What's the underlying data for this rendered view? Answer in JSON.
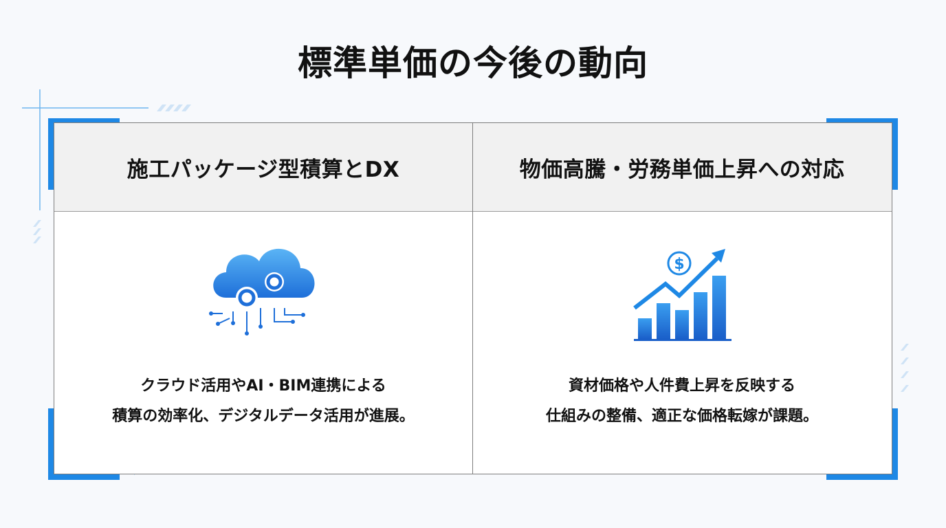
{
  "title": "標準単価の今後の動向",
  "columns": [
    {
      "heading": "施工パッケージ型積算とDX",
      "icon": "cloud-gear-circuit-icon",
      "description": [
        "クラウド活用やAI・BIM連携による",
        "積算の効率化、デジタルデータ活用が進展。"
      ]
    },
    {
      "heading": "物価高騰・労務単価上昇への対応",
      "icon": "rising-bar-chart-dollar-icon",
      "description": [
        "資材価格や人件費上昇を反映する",
        "仕組みの整備、適正な価格転嫁が課題。"
      ]
    }
  ],
  "colors": {
    "accent": "#1e88e5",
    "accent_light": "#5ab4f5",
    "text": "#111111",
    "header_bg": "#f1f1f1",
    "border": "#7c7c7c"
  },
  "icons": {
    "dollar_symbol": "$"
  }
}
